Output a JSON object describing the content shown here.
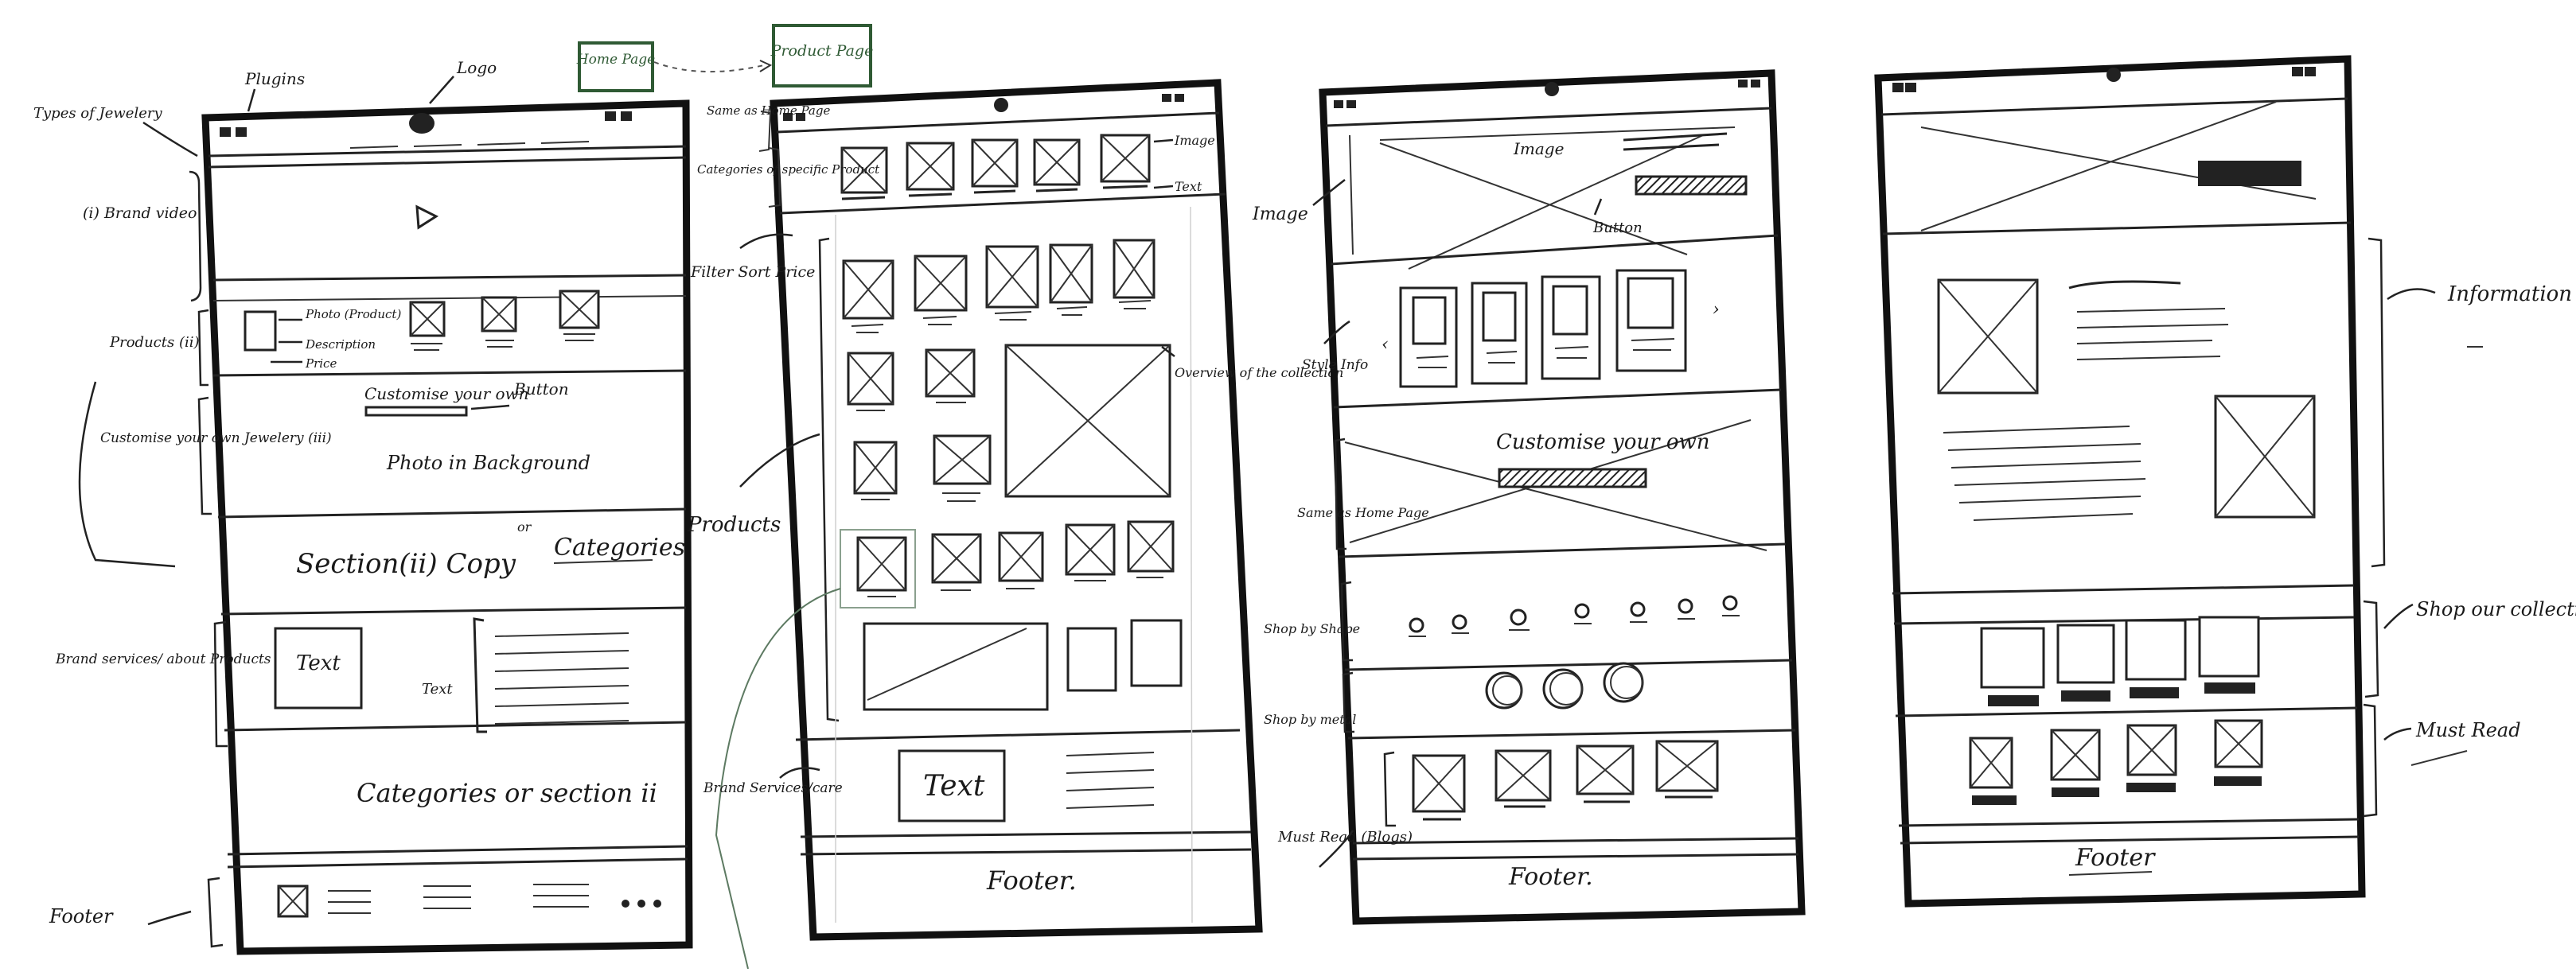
{
  "nav": {
    "home_page": "Home Page",
    "product_page": "Product Page"
  },
  "home": {
    "plugins": "Plugins",
    "logo": "Logo",
    "types_of_jewelery": "Types of Jewelery",
    "brand_video": "(i) Brand video",
    "products_ii": "Products (ii)",
    "photo_product": "Photo (Product)",
    "description": "Description",
    "price": "Price",
    "customise_your_own": "Customise your own",
    "button": "Button",
    "photo_in_background": "Photo in Background",
    "customise_jewelery_iii": "Customise your own Jewelery (iii)",
    "section_ii_copy": "Section(ii) Copy",
    "or": "or",
    "categories": "Categories",
    "brand_services": "Brand services/ about Products",
    "text_box": "Text",
    "text_label": "Text",
    "categories_or_section": "Categories or section ii",
    "footer": "Footer"
  },
  "product": {
    "same_as_home": "Same as Home Page",
    "categories_specific": "Categories of specific Product",
    "image": "Image",
    "text": "Text",
    "filter_sort_price": "Filter Sort Price",
    "overview": "Overview of the collection",
    "products": "Products",
    "brand_services_care": "Brand Services/care",
    "text_box": "Text",
    "footer": "Footer."
  },
  "page3": {
    "image": "Image",
    "image_label": "Image",
    "button": "Button",
    "style_info": "Style Info",
    "customise_your_own": "Customise your own",
    "same_as_home": "Same as Home Page",
    "shop_by_shape": "Shop by Shape",
    "shop_by_metal": "Shop by metal",
    "must_read_blogs": "Must Read (Blogs)",
    "footer": "Footer."
  },
  "page4": {
    "information": "Information",
    "shop_our_collection": "Shop our collection",
    "must_read": "Must Read",
    "footer": "Footer"
  }
}
